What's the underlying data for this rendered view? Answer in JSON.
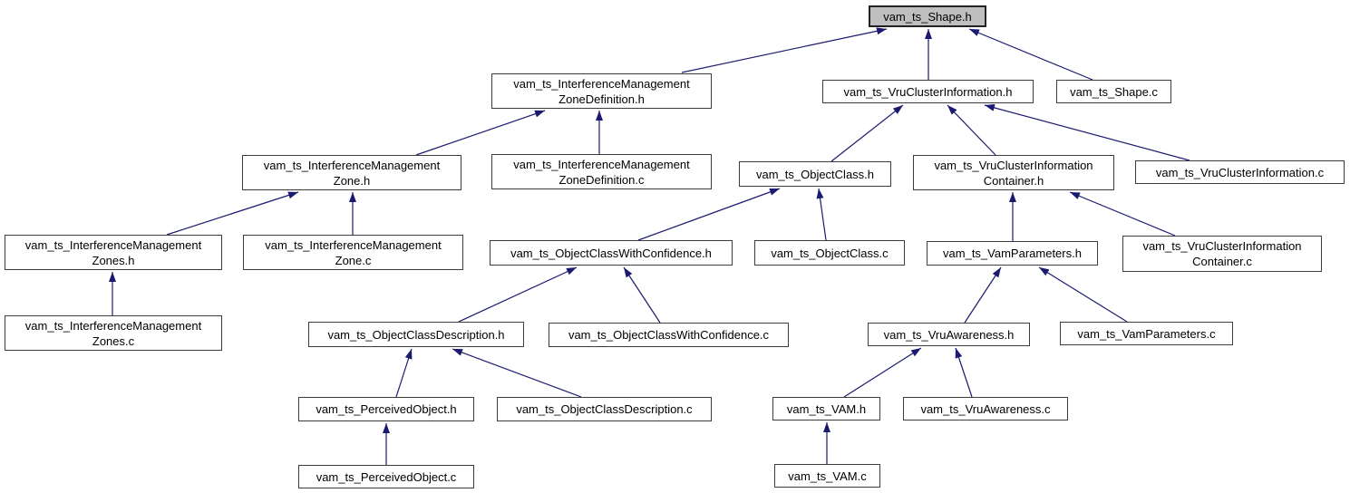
{
  "diagram": {
    "kind": "include-dependency-graph",
    "root_file": "vam_ts_Shape.h",
    "colors": {
      "arrow": "#1a1a70",
      "node_border": "#3c3c3c",
      "node_fill": "#ffffff",
      "root_fill": "#bfbfbf",
      "text": "#000000",
      "background": "#ffffff"
    },
    "nodes": [
      {
        "id": "shape-h",
        "lines": [
          "vam_ts_Shape.h"
        ],
        "highlighted": true
      },
      {
        "id": "imzd-h",
        "lines": [
          "vam_ts_InterferenceManagement",
          "ZoneDefinition.h"
        ]
      },
      {
        "id": "vci-h",
        "lines": [
          "vam_ts_VruClusterInformation.h"
        ]
      },
      {
        "id": "shape-c",
        "lines": [
          "vam_ts_Shape.c"
        ]
      },
      {
        "id": "imz-h",
        "lines": [
          "vam_ts_InterferenceManagement",
          "Zone.h"
        ]
      },
      {
        "id": "imzd-c",
        "lines": [
          "vam_ts_InterferenceManagement",
          "ZoneDefinition.c"
        ]
      },
      {
        "id": "oc-h",
        "lines": [
          "vam_ts_ObjectClass.h"
        ]
      },
      {
        "id": "vcic-h",
        "lines": [
          "vam_ts_VruClusterInformation",
          "Container.h"
        ]
      },
      {
        "id": "vci-c",
        "lines": [
          "vam_ts_VruClusterInformation.c"
        ]
      },
      {
        "id": "imzs-h",
        "lines": [
          "vam_ts_InterferenceManagement",
          "Zones.h"
        ]
      },
      {
        "id": "imz-c",
        "lines": [
          "vam_ts_InterferenceManagement",
          "Zone.c"
        ]
      },
      {
        "id": "ocwc-h",
        "lines": [
          "vam_ts_ObjectClassWithConfidence.h"
        ]
      },
      {
        "id": "oc-c",
        "lines": [
          "vam_ts_ObjectClass.c"
        ]
      },
      {
        "id": "vp-h",
        "lines": [
          "vam_ts_VamParameters.h"
        ]
      },
      {
        "id": "vcic-c",
        "lines": [
          "vam_ts_VruClusterInformation",
          "Container.c"
        ]
      },
      {
        "id": "imzs-c",
        "lines": [
          "vam_ts_InterferenceManagement",
          "Zones.c"
        ]
      },
      {
        "id": "ocd-h",
        "lines": [
          "vam_ts_ObjectClassDescription.h"
        ]
      },
      {
        "id": "ocwc-c",
        "lines": [
          "vam_ts_ObjectClassWithConfidence.c"
        ]
      },
      {
        "id": "va-h",
        "lines": [
          "vam_ts_VruAwareness.h"
        ]
      },
      {
        "id": "vp-c",
        "lines": [
          "vam_ts_VamParameters.c"
        ]
      },
      {
        "id": "po-h",
        "lines": [
          "vam_ts_PerceivedObject.h"
        ]
      },
      {
        "id": "ocd-c",
        "lines": [
          "vam_ts_ObjectClassDescription.c"
        ]
      },
      {
        "id": "vam-h",
        "lines": [
          "vam_ts_VAM.h"
        ]
      },
      {
        "id": "va-c",
        "lines": [
          "vam_ts_VruAwareness.c"
        ]
      },
      {
        "id": "po-c",
        "lines": [
          "vam_ts_PerceivedObject.c"
        ]
      },
      {
        "id": "vam-c",
        "lines": [
          "vam_ts_VAM.c"
        ]
      }
    ],
    "edges": [
      {
        "from": "vam_ts_InterferenceManagementZoneDefinition.h",
        "to": "vam_ts_Shape.h"
      },
      {
        "from": "vam_ts_VruClusterInformation.h",
        "to": "vam_ts_Shape.h"
      },
      {
        "from": "vam_ts_Shape.c",
        "to": "vam_ts_Shape.h"
      },
      {
        "from": "vam_ts_InterferenceManagementZone.h",
        "to": "vam_ts_InterferenceManagementZoneDefinition.h"
      },
      {
        "from": "vam_ts_InterferenceManagementZoneDefinition.c",
        "to": "vam_ts_InterferenceManagementZoneDefinition.h"
      },
      {
        "from": "vam_ts_InterferenceManagementZones.h",
        "to": "vam_ts_InterferenceManagementZone.h"
      },
      {
        "from": "vam_ts_InterferenceManagementZone.c",
        "to": "vam_ts_InterferenceManagementZone.h"
      },
      {
        "from": "vam_ts_ObjectClass.h",
        "to": "vam_ts_VruClusterInformation.h"
      },
      {
        "from": "vam_ts_VruClusterInformationContainer.h",
        "to": "vam_ts_VruClusterInformation.h"
      },
      {
        "from": "vam_ts_VruClusterInformation.c",
        "to": "vam_ts_VruClusterInformation.h"
      },
      {
        "from": "vam_ts_InterferenceManagementZones.c",
        "to": "vam_ts_InterferenceManagementZones.h"
      },
      {
        "from": "vam_ts_ObjectClassWithConfidence.h",
        "to": "vam_ts_ObjectClass.h"
      },
      {
        "from": "vam_ts_ObjectClass.c",
        "to": "vam_ts_ObjectClass.h"
      },
      {
        "from": "vam_ts_VamParameters.h",
        "to": "vam_ts_VruClusterInformationContainer.h"
      },
      {
        "from": "vam_ts_VruClusterInformationContainer.c",
        "to": "vam_ts_VruClusterInformationContainer.h"
      },
      {
        "from": "vam_ts_ObjectClassDescription.h",
        "to": "vam_ts_ObjectClassWithConfidence.h"
      },
      {
        "from": "vam_ts_ObjectClassWithConfidence.c",
        "to": "vam_ts_ObjectClassWithConfidence.h"
      },
      {
        "from": "vam_ts_VruAwareness.h",
        "to": "vam_ts_VamParameters.h"
      },
      {
        "from": "vam_ts_VamParameters.c",
        "to": "vam_ts_VamParameters.h"
      },
      {
        "from": "vam_ts_PerceivedObject.h",
        "to": "vam_ts_ObjectClassDescription.h"
      },
      {
        "from": "vam_ts_ObjectClassDescription.c",
        "to": "vam_ts_ObjectClassDescription.h"
      },
      {
        "from": "vam_ts_VAM.h",
        "to": "vam_ts_VruAwareness.h"
      },
      {
        "from": "vam_ts_VruAwareness.c",
        "to": "vam_ts_VruAwareness.h"
      },
      {
        "from": "vam_ts_PerceivedObject.c",
        "to": "vam_ts_PerceivedObject.h"
      },
      {
        "from": "vam_ts_VAM.c",
        "to": "vam_ts_VAM.h"
      }
    ]
  }
}
